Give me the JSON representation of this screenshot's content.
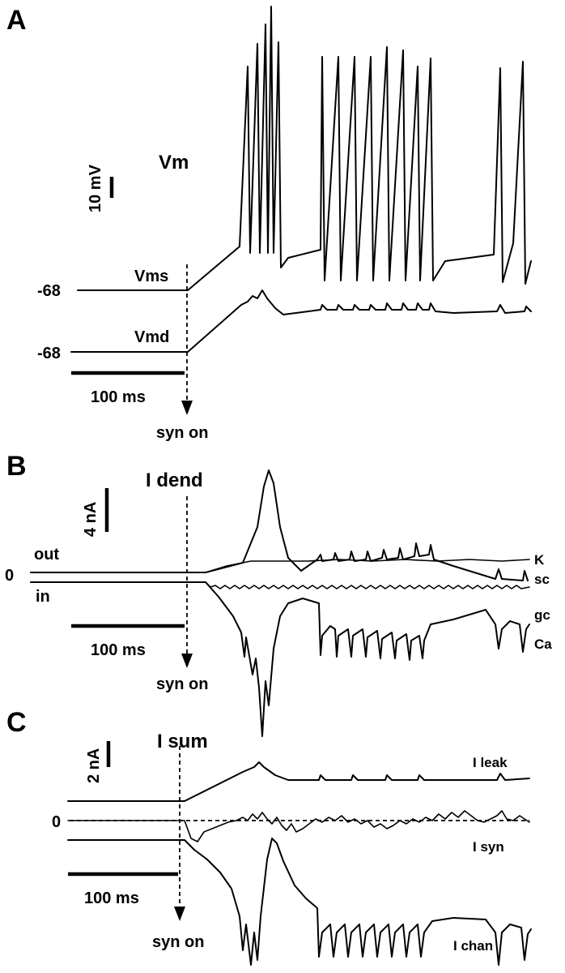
{
  "panels": {
    "A": {
      "letter": "A",
      "title": "Vm",
      "scale_vertical": "10 mV",
      "scale_horizontal": "100 ms",
      "trace_vms": "Vms",
      "trace_vmd": "Vmd",
      "rest_vms": "-68",
      "rest_vmd": "-68",
      "event": "syn on"
    },
    "B": {
      "letter": "B",
      "title": "I dend",
      "scale_vertical": "4 nA",
      "scale_horizontal": "100 ms",
      "out_label": "out",
      "in_label": "in",
      "zero": "0",
      "trace_k": "K",
      "trace_sc": "sc",
      "trace_gc": "gc",
      "trace_ca": "Ca",
      "event": "syn on"
    },
    "C": {
      "letter": "C",
      "title": "I sum",
      "scale_vertical": "2 nA",
      "scale_horizontal": "100 ms",
      "zero": "0",
      "trace_leak": "I leak",
      "trace_syn": "I syn",
      "trace_chan": "I chan",
      "event": "syn on"
    }
  }
}
